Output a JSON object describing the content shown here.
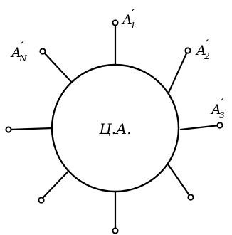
{
  "diagram": {
    "hub_label": "Ц.А.",
    "terminals": [
      {
        "letter": "A",
        "prime": "′",
        "sub": "1"
      },
      {
        "letter": "A",
        "prime": "′",
        "sub": "2"
      },
      {
        "letter": "A",
        "prime": "′",
        "sub": "3"
      },
      {
        "letter": "",
        "prime": "",
        "sub": ""
      },
      {
        "letter": "",
        "prime": "",
        "sub": ""
      },
      {
        "letter": "",
        "prime": "",
        "sub": ""
      },
      {
        "letter": "",
        "prime": "",
        "sub": ""
      },
      {
        "letter": "A",
        "prime": "′",
        "sub": "N"
      }
    ]
  }
}
